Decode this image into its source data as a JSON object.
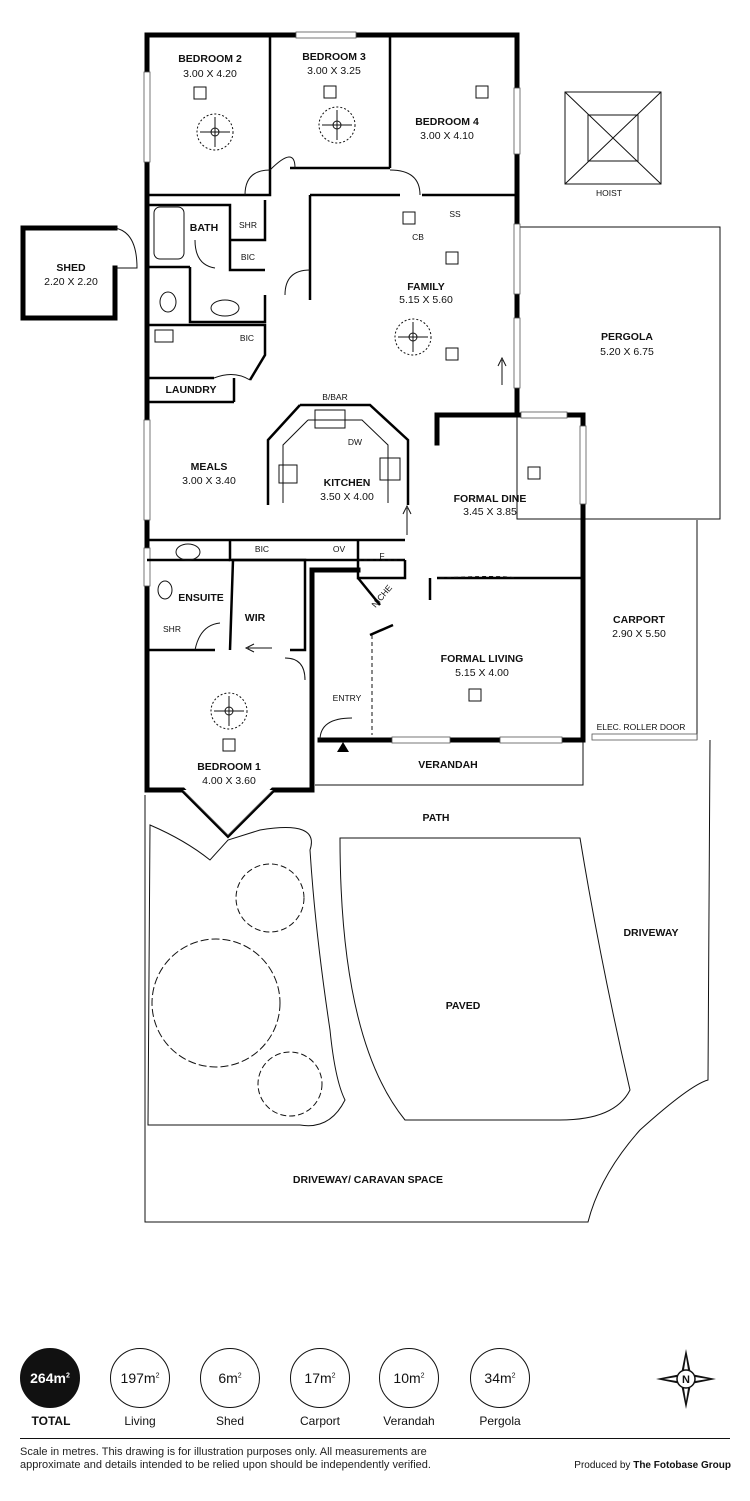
{
  "rooms": [
    {
      "id": "bedroom-2",
      "name": "BEDROOM 2",
      "dims": "3.00 X 4.20"
    },
    {
      "id": "bedroom-3",
      "name": "BEDROOM 3",
      "dims": "3.00 X 3.25"
    },
    {
      "id": "bedroom-4",
      "name": "BEDROOM 4",
      "dims": "3.00 X 4.10"
    },
    {
      "id": "shed",
      "name": "SHED",
      "dims": "2.20 X 2.20"
    },
    {
      "id": "family",
      "name": "FAMILY",
      "dims": "5.15 X 5.60"
    },
    {
      "id": "pergola",
      "name": "PERGOLA",
      "dims": "5.20 X 6.75"
    },
    {
      "id": "meals",
      "name": "MEALS",
      "dims": "3.00 X 3.40"
    },
    {
      "id": "kitchen",
      "name": "KITCHEN",
      "dims": "3.50 X 4.00"
    },
    {
      "id": "formal-dine",
      "name": "FORMAL DINE",
      "dims": "3.45 X 3.85"
    },
    {
      "id": "carport",
      "name": "CARPORT",
      "dims": "2.90 X 5.50"
    },
    {
      "id": "formal-living",
      "name": "FORMAL LIVING",
      "dims": "5.15 X 4.00"
    },
    {
      "id": "bedroom-1",
      "name": "BEDROOM 1",
      "dims": "4.00 X 3.60"
    }
  ],
  "labels": {
    "bath": "BATH",
    "shr": "SHR",
    "bic": "BIC",
    "laundry": "LAUNDRY",
    "ensuite": "ENSUITE",
    "wir": "WIR",
    "entry": "ENTRY",
    "verandah": "VERANDAH",
    "path": "PATH",
    "driveway": "DRIVEWAY",
    "paved": "PAVED",
    "driveway_caravan": "DRIVEWAY/ CARAVAN SPACE",
    "hoist": "HOIST",
    "bbar": "B/BAR",
    "dw": "DW",
    "cb": "CB",
    "ss": "SS",
    "ov": "OV",
    "f": "F",
    "niche": "NICHE",
    "roller_door": "ELEC. ROLLER DOOR"
  },
  "areas": [
    {
      "value": "264m",
      "label": "TOTAL"
    },
    {
      "value": "197m",
      "label": "Living"
    },
    {
      "value": "6m",
      "label": "Shed"
    },
    {
      "value": "17m",
      "label": "Carport"
    },
    {
      "value": "10m",
      "label": "Verandah"
    },
    {
      "value": "34m",
      "label": "Pergola"
    }
  ],
  "area_unit_exp": "2",
  "compass_letter": "N",
  "footer": {
    "disclaimer": "Scale in metres. This drawing is for illustration purposes only. All measurements are approximate and details intended to be relied upon should be independently verified.",
    "produced_by": "Produced by",
    "producer": "The Fotobase Group"
  }
}
